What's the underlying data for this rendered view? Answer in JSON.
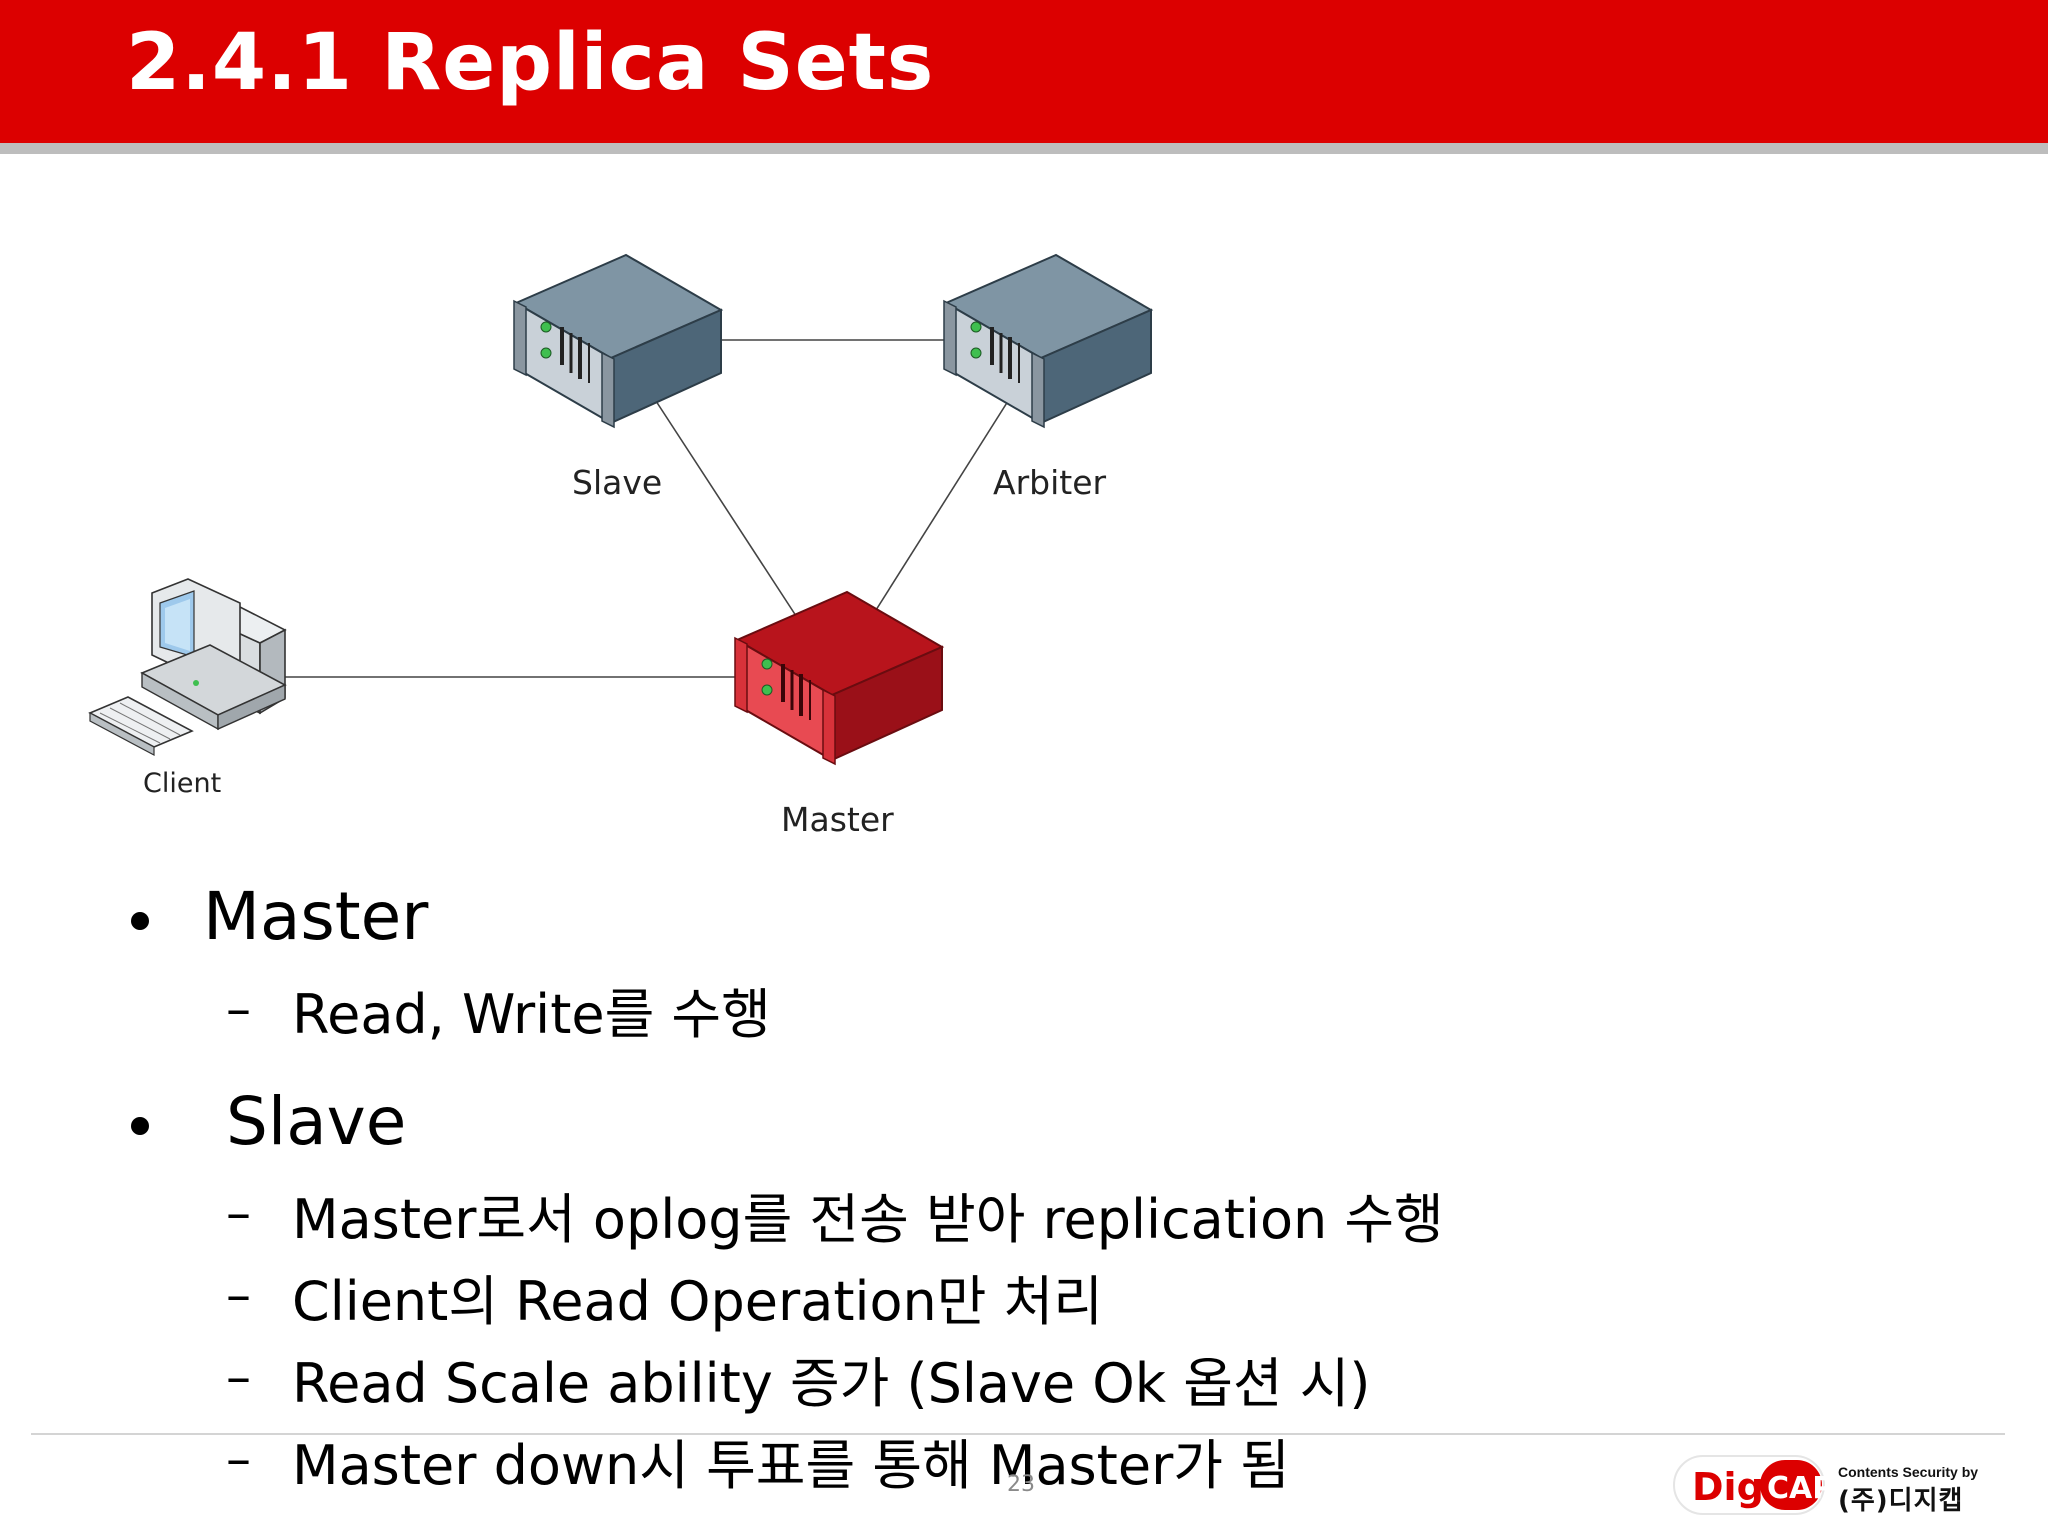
{
  "slide": {
    "title": "2.4.1 Replica Sets",
    "page_number": "23"
  },
  "diagram": {
    "nodes": {
      "slave": "Slave",
      "arbiter": "Arbiter",
      "master": "Master",
      "client": "Client"
    },
    "colors": {
      "server_gray": "#5f7584",
      "server_master": "#b8141c",
      "connector": "#444444"
    }
  },
  "bullets": [
    {
      "heading": "Master",
      "items": [
        "Read, Write를 수행"
      ]
    },
    {
      "heading": "Slave",
      "items": [
        "Master로서 oplog를 전송 받아 replication 수행",
        "Client의 Read Operation만 처리",
        "Read Scale ability 증가 (Slave Ok 옵션 시)",
        "Master down시 투표를 통해 Master가 됨"
      ]
    }
  ],
  "logo": {
    "digi": "Digi",
    "cap": "CAP",
    "tagline": "Contents Security by",
    "company": "(주)디지캡"
  },
  "colors": {
    "header_red": "#dc0000",
    "header_rule": "#bdbdbd"
  }
}
